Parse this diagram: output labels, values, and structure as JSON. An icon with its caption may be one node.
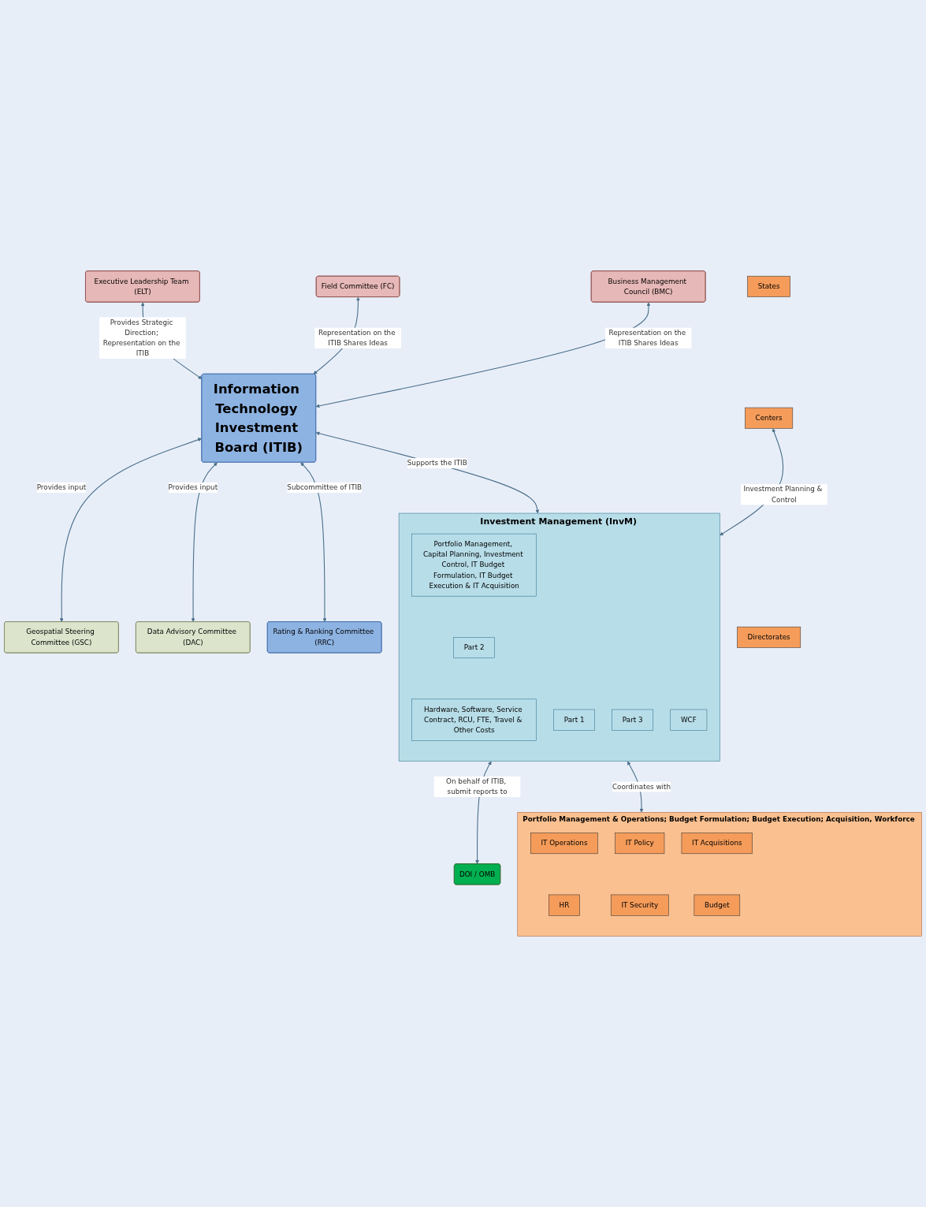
{
  "diagram": {
    "nodes": [
      {
        "text": [
          "Executive Leadership Team (ELT)"
        ]
      },
      {
        "text": [
          "Field Committee (FC)"
        ]
      },
      {
        "text": [
          "Business Management Council (BMC)"
        ]
      },
      {
        "text": [
          "Information Technology Investment Board (ITIB)"
        ]
      },
      {
        "text": [
          "Geospatial Steering Committee (GSC)"
        ]
      },
      {
        "text": [
          "Data Advisory Committee (DAC)"
        ]
      },
      {
        "text": [
          "Rating & Ranking Committee (RRC)"
        ]
      },
      {
        "text": [
          "Investment Management (InvM)"
        ]
      },
      {
        "text": [
          "Portfolio Management, Capital Planning, Investment Control, IT Budget Formulation, IT Budget Execution & IT Acquisition"
        ],
        "in": 7
      },
      {
        "text": [
          "Part 1"
        ],
        "in": 7
      },
      {
        "text": [
          "Part 2"
        ],
        "in": 7
      },
      {
        "text": [
          "Part 3"
        ],
        "in": 7
      },
      {
        "text": [
          "WCF"
        ],
        "in": 7
      },
      {
        "text": [
          "Hardware, Software, Service Contract, RCU, FTE, Travel & Other Costs"
        ],
        "in": 7
      },
      {
        "text": [
          "States"
        ]
      },
      {
        "text": [
          "Centers"
        ]
      },
      {
        "text": [
          "Directorates"
        ]
      },
      {
        "text": [
          "DOI / OMB"
        ]
      },
      {
        "text": [
          "Portfolio Management & Operations; Budget Formulation; Budget Execution; Acquisition, Workforce"
        ]
      },
      {
        "text": [
          "IT Operations"
        ],
        "in": 18
      },
      {
        "text": [
          "IT Policy"
        ],
        "in": 18
      },
      {
        "text": [
          "IT Acquisitions"
        ],
        "in": 18
      },
      {
        "text": [
          "HR"
        ],
        "in": 18
      },
      {
        "text": [
          "IT Security"
        ],
        "in": 18
      },
      {
        "text": [
          "Budget"
        ],
        "in": 18
      }
    ],
    "edges": [
      {
        "from": 0,
        "to": 3,
        "arrow": "both",
        "label": "Provides Strategic Direction; Representation on the ITIB"
      },
      {
        "from": 1,
        "to": 3,
        "arrow": "both",
        "label": "Representation on the ITIB Shares Ideas"
      },
      {
        "from": 2,
        "to": 3,
        "arrow": "both",
        "label": "Representation on the ITIB Shares Ideas"
      },
      {
        "from": 3,
        "to": 4,
        "arrow": "both",
        "label": "Provides input"
      },
      {
        "from": 3,
        "to": 5,
        "arrow": "both",
        "label": "Provides input"
      },
      {
        "from": 3,
        "to": 6,
        "arrow": "both",
        "label": "Subcommittee of ITIB"
      },
      {
        "from": 3,
        "to": 7,
        "arrow": "both",
        "label": "Supports the ITIB"
      },
      {
        "from": 15,
        "to": 7,
        "arrow": "both",
        "label": "Investment Planning & Control"
      },
      {
        "from": 7,
        "to": 17,
        "arrow": "both",
        "label": "On behalf of ITIB, submit reports to"
      },
      {
        "from": 7,
        "to": 18,
        "arrow": "both",
        "label": "Coordinates with"
      }
    ]
  }
}
